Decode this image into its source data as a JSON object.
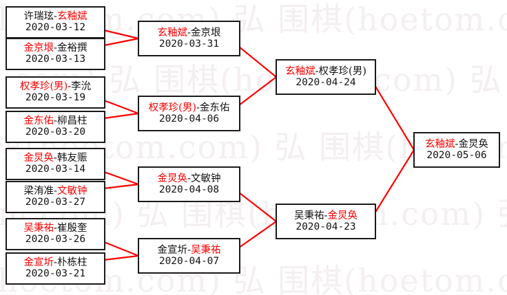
{
  "watermark": {
    "text": "围棋(hoetom.com) 弘",
    "color": "#f4eff0",
    "rows": 5
  },
  "colors": {
    "winner": "#ff0000",
    "loser": "#111111",
    "connector": "#ff0000",
    "box_border": "#1a1a1a",
    "background": "#ffffff"
  },
  "bracket": {
    "separator": "-",
    "rounds": [
      {
        "name": "round-1",
        "matches": [
          {
            "left": "许瑞玹",
            "right": "玄釉斌",
            "winner": "right",
            "date": "2020-03-12"
          },
          {
            "left": "金京垠",
            "right": "金裕撰",
            "winner": "left",
            "date": "2020-03-13"
          },
          {
            "left": "权孝珍(男)",
            "right": "李沇",
            "winner": "left",
            "date": "2020-03-19"
          },
          {
            "left": "金东佑",
            "right": "柳昌柱",
            "winner": "left",
            "date": "2020-03-20"
          },
          {
            "left": "金炅奂",
            "right": "韩友赈",
            "winner": "left",
            "date": "2020-03-14"
          },
          {
            "left": "梁洧准",
            "right": "文敏钟",
            "winner": "right",
            "date": "2020-03-27"
          },
          {
            "left": "吴秉祐",
            "right": "崔殷奎",
            "winner": "left",
            "date": "2020-03-26"
          },
          {
            "left": "金宣圻",
            "right": "朴栋柱",
            "winner": "left",
            "date": "2020-03-21"
          }
        ]
      },
      {
        "name": "round-2",
        "matches": [
          {
            "left": "玄釉斌",
            "right": "金京垠",
            "winner": "left",
            "date": "2020-03-31"
          },
          {
            "left": "权孝珍(男)",
            "right": "金东佑",
            "winner": "left",
            "date": "2020-04-06"
          },
          {
            "left": "金炅奂",
            "right": "文敏钟",
            "winner": "left",
            "date": "2020-04-08"
          },
          {
            "left": "金宣圻",
            "right": "吴秉祐",
            "winner": "right",
            "date": "2020-04-07"
          }
        ]
      },
      {
        "name": "semifinal",
        "matches": [
          {
            "left": "玄釉斌",
            "right": "权孝珍(男)",
            "winner": "left",
            "date": "2020-04-24"
          },
          {
            "left": "吴秉祐",
            "right": "金炅奂",
            "winner": "right",
            "date": "2020-04-23"
          }
        ]
      },
      {
        "name": "final",
        "matches": [
          {
            "left": "玄釉斌",
            "right": "金炅奂",
            "winner": "left",
            "date": "2020-05-06"
          }
        ]
      }
    ]
  }
}
